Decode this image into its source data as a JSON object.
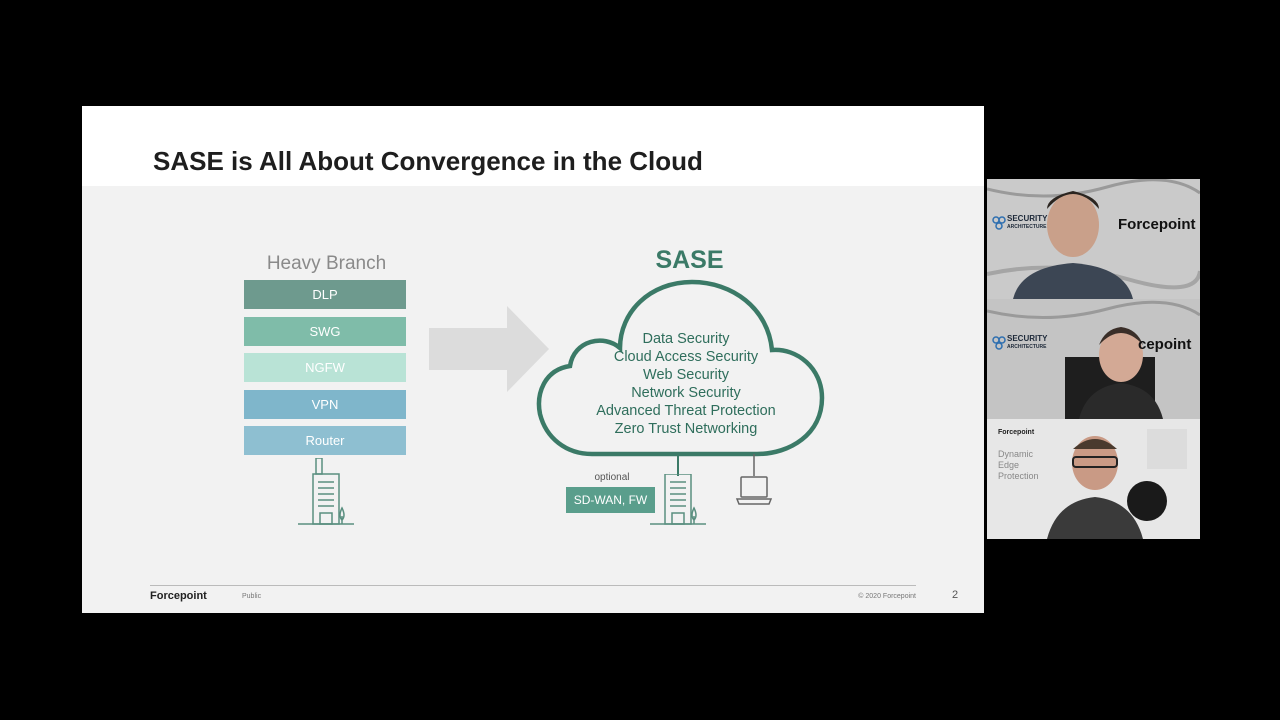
{
  "slide": {
    "title": "SASE is All About Convergence in the Cloud",
    "heavy_branch": {
      "title": "Heavy Branch",
      "stack": [
        {
          "label": "DLP",
          "color": "#6e9a8e"
        },
        {
          "label": "SWG",
          "color": "#7fbca9"
        },
        {
          "label": "NGFW",
          "color": "#b9e3d6"
        },
        {
          "label": "VPN",
          "color": "#7fb6cb"
        },
        {
          "label": "Router",
          "color": "#8ebfd1"
        }
      ]
    },
    "sase": {
      "title": "SASE",
      "services": [
        "Data Security",
        "Cloud Access Security",
        "Web Security",
        "Network Security",
        "Advanced Threat Protection",
        "Zero Trust Networking"
      ],
      "optional_label": "optional",
      "sdwan_label": "SD-WAN, FW"
    },
    "footer": {
      "logo": "Forcepoint",
      "classification": "Public",
      "copyright": "© 2020 Forcepoint",
      "page_number": "2"
    }
  },
  "participants": {
    "tile1": {
      "badge_line1": "SECURITY",
      "badge_line2": "ARCHITECTURE",
      "brand": "Forcepoint"
    },
    "tile2": {
      "badge_line1": "SECURITY",
      "badge_line2": "ARCHITECTURE",
      "brand": "cepoint"
    },
    "tile3": {
      "logo": "Forcepoint",
      "background_text": [
        "Dynamic",
        "Edge",
        "Protection"
      ]
    }
  },
  "colors": {
    "accent_green": "#3b7a67",
    "cloud_stroke": "#3b7a67"
  }
}
